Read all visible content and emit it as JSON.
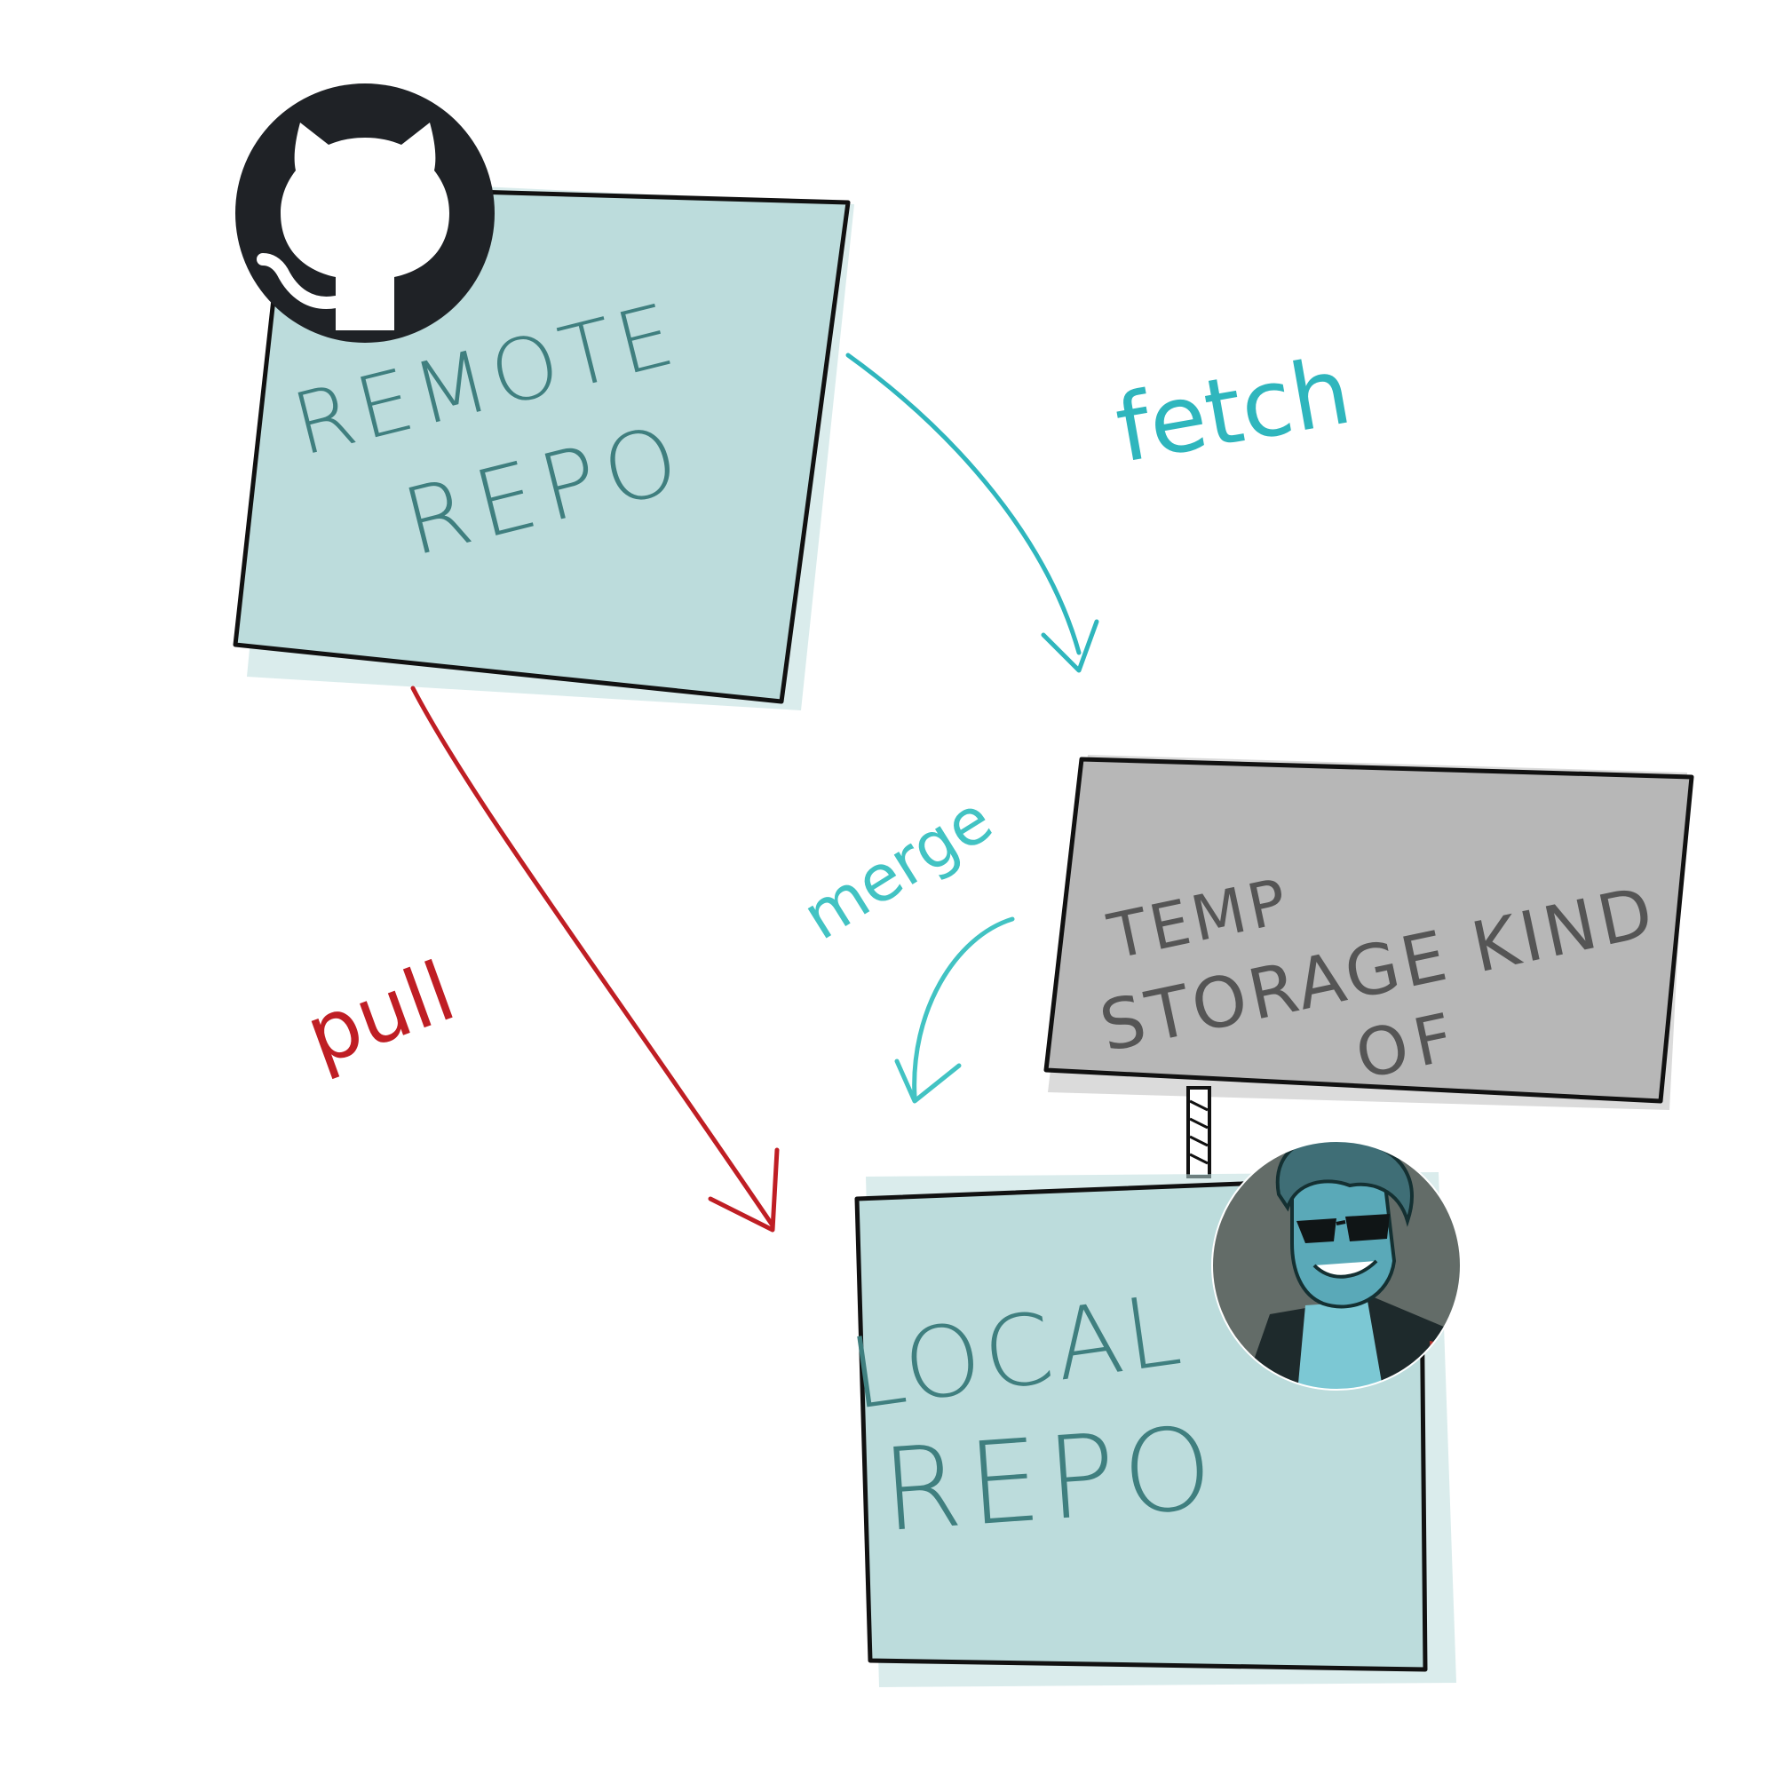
{
  "colors": {
    "box_fill": "#bcdcdc",
    "box_stroke": "#111111",
    "box_text": "#3f7f7f",
    "temp_fill": "#b7b7b7",
    "temp_text": "#555555",
    "fetch": "#2fb6bd",
    "merge": "#42c3c3",
    "pull": "#bf1e24",
    "github_badge": "#1f2226"
  },
  "remote_repo": {
    "line1": "REMOTE",
    "line2": "REPO",
    "icon": "github-octocat-icon"
  },
  "temp_storage": {
    "line1": "TEMP",
    "line2": "STORAGE KIND",
    "line3": "OF"
  },
  "local_repo": {
    "line1": "LOCAL",
    "line2": "REPO",
    "icon": "developer-avatar"
  },
  "arrows": {
    "fetch": "fetch",
    "merge": "merge",
    "pull": "pull"
  }
}
